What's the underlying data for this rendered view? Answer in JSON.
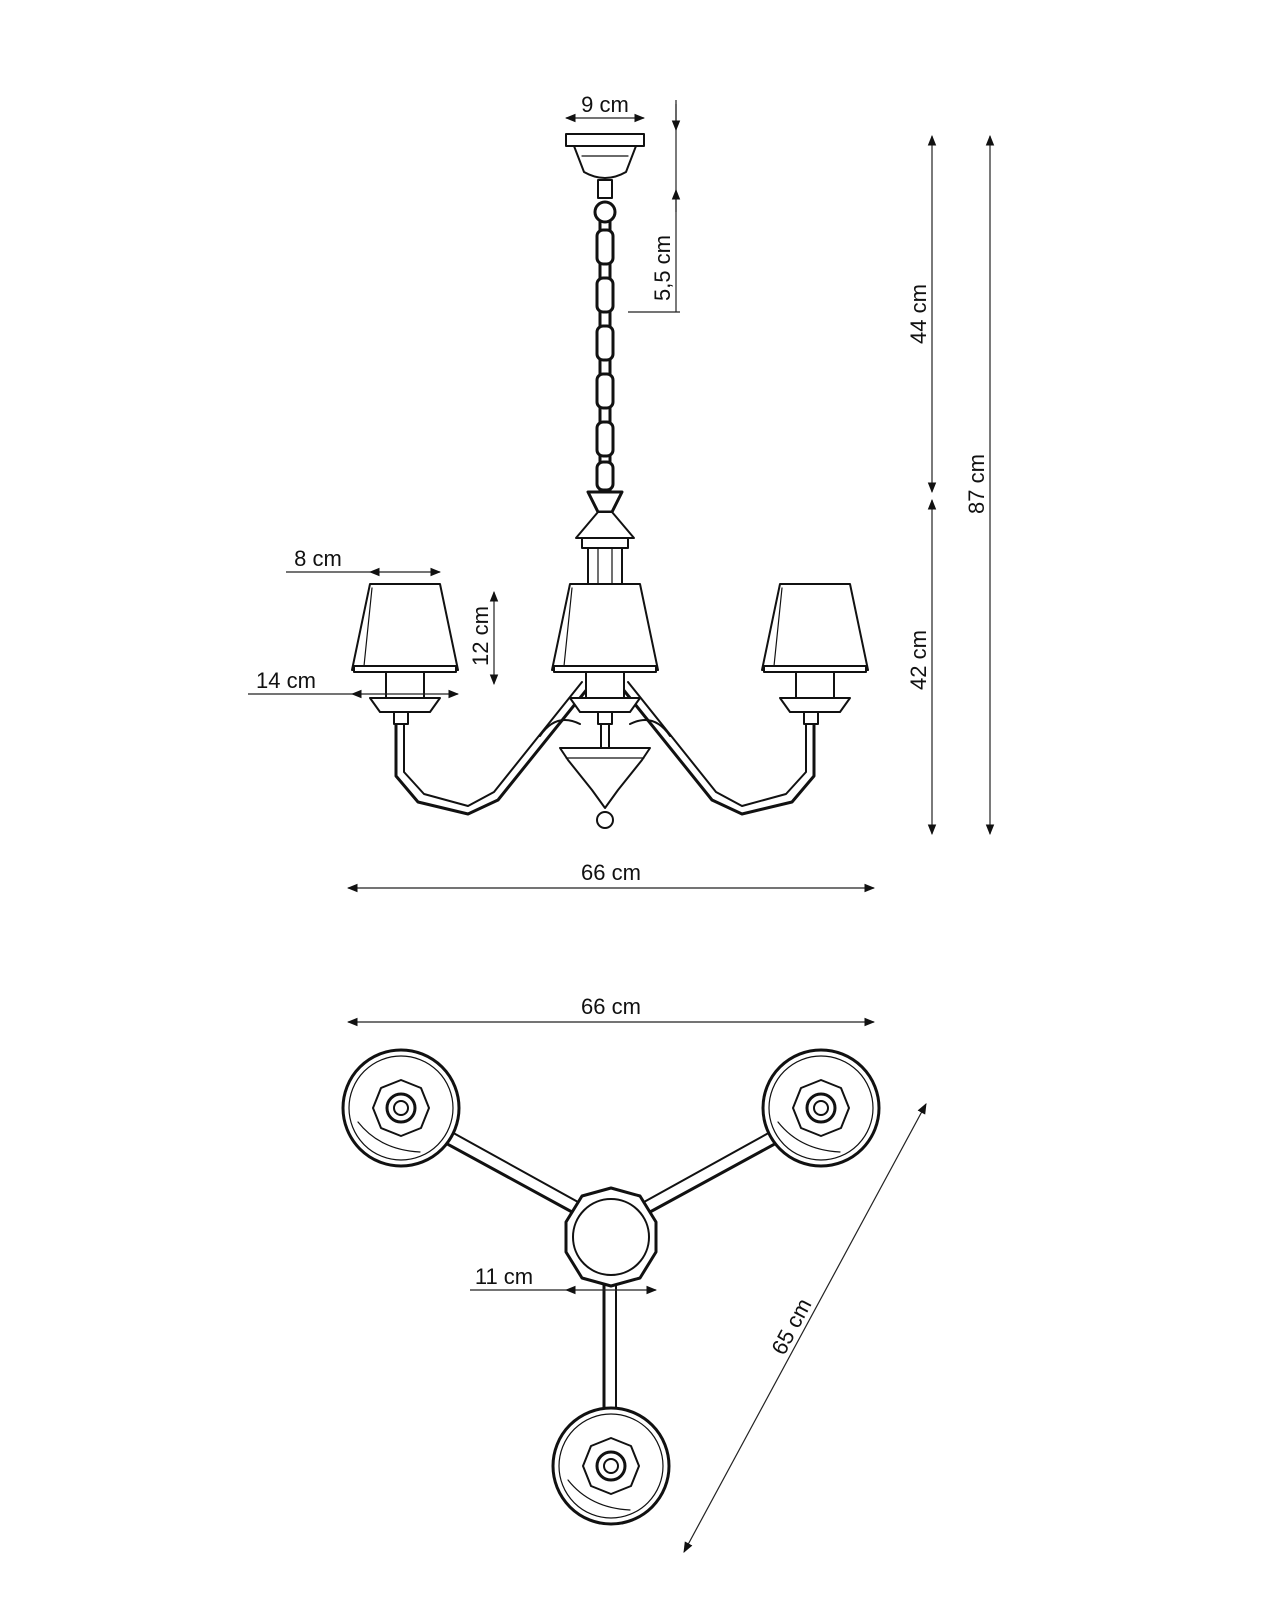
{
  "dimensions": {
    "ceiling_plate_width": "9 cm",
    "chain_link_height": "5,5 cm",
    "upper_height": "44 cm",
    "total_height": "87 cm",
    "lower_height": "42 cm",
    "shade_top_width": "8 cm",
    "shade_height": "12 cm",
    "shade_bottom_width": "14 cm",
    "side_width": "66 cm",
    "top_view_width": "66 cm",
    "hub_width": "11 cm",
    "diagonal_span": "65 cm"
  },
  "colors": {
    "line": "#111111",
    "background": "#ffffff"
  }
}
